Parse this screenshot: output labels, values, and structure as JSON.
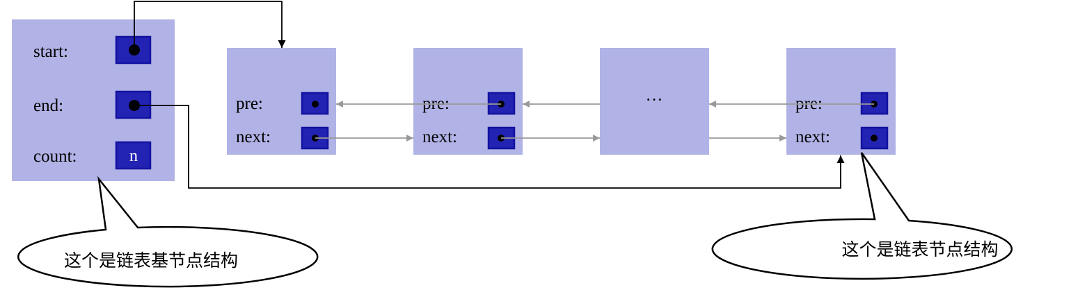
{
  "base_node": {
    "start_label": "start:",
    "end_label": "end:",
    "count_label": "count:",
    "count_value": "n"
  },
  "nodes": {
    "pre_label": "pre:",
    "next_label": "next:",
    "ellipsis": "···"
  },
  "callouts": {
    "base": "这个是链表基节点结构",
    "node": "这个是链表节点结构"
  },
  "colors": {
    "box": "#b1b3e6",
    "pointer": "#2323b3",
    "arrow_black": "#000000",
    "arrow_gray": "#999999"
  }
}
